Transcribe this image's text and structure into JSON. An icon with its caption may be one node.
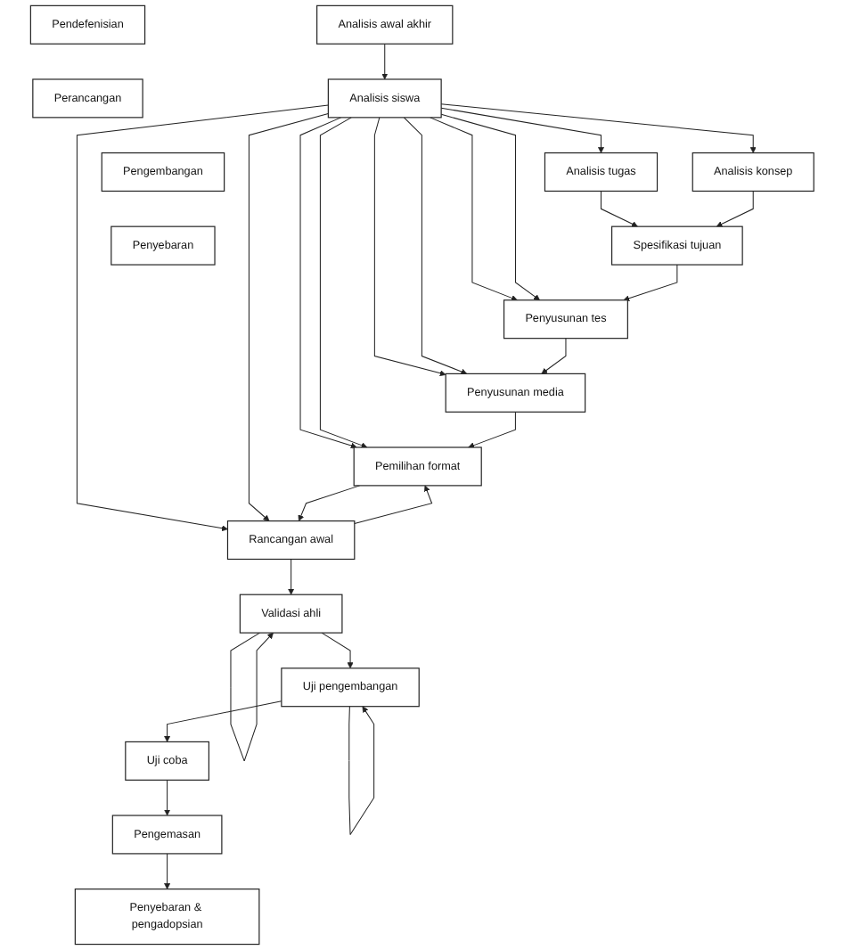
{
  "diagram": {
    "nodes": [
      {
        "text": [
          "Analisis awal akhir"
        ]
      },
      {
        "text": [
          "Analisis siswa"
        ]
      },
      {
        "text": [
          "Analisis tugas"
        ]
      },
      {
        "text": [
          "Analisis konsep"
        ]
      },
      {
        "text": [
          "Spesifikasi tujuan"
        ]
      },
      {
        "text": [
          "Penyusunan tes"
        ]
      },
      {
        "text": [
          "Penyusunan media"
        ]
      },
      {
        "text": [
          "Pemilihan format"
        ]
      },
      {
        "text": [
          "Rancangan awal"
        ]
      },
      {
        "text": [
          "Validasi ahli"
        ]
      },
      {
        "text": [
          "Uji pengembangan"
        ]
      },
      {
        "text": [
          "Uji coba"
        ]
      },
      {
        "text": [
          "Pengemasan"
        ]
      },
      {
        "text": [
          "Penyebaran & pengadopsian"
        ]
      },
      {
        "text": [
          "Pendefenisian"
        ]
      },
      {
        "text": [
          "Perancangan"
        ]
      },
      {
        "text": [
          "Pengembangan"
        ]
      },
      {
        "text": [
          "Penyebaran"
        ]
      }
    ],
    "edges": [
      {
        "from": 0,
        "to": 1,
        "arrow": "to"
      },
      {
        "from": 1,
        "to": 2,
        "arrow": "to"
      },
      {
        "from": 1,
        "to": 3,
        "arrow": "to"
      },
      {
        "from": 2,
        "to": 4,
        "arrow": "to"
      },
      {
        "from": 3,
        "to": 4,
        "arrow": "to"
      },
      {
        "from": 1,
        "to": 5,
        "arrow": "to"
      },
      {
        "from": 1,
        "to": 6,
        "arrow": "to"
      },
      {
        "from": 1,
        "to": 7,
        "arrow": "to"
      },
      {
        "from": 1,
        "to": 8,
        "arrow": "to"
      },
      {
        "from": 1,
        "to": 5,
        "arrow": "to"
      },
      {
        "from": 1,
        "to": 6,
        "arrow": "to"
      },
      {
        "from": 1,
        "to": 7,
        "arrow": "to"
      },
      {
        "from": 1,
        "to": 8,
        "arrow": "to"
      },
      {
        "from": 4,
        "to": 5,
        "arrow": "to"
      },
      {
        "from": 5,
        "to": 6,
        "arrow": "to"
      },
      {
        "from": 6,
        "to": 7,
        "arrow": "to"
      },
      {
        "from": 7,
        "to": 8,
        "arrow": "to"
      },
      {
        "from": 8,
        "to": 7,
        "arrow": "to"
      },
      {
        "from": 8,
        "to": 9,
        "arrow": "to"
      },
      {
        "from": 9,
        "to": 9,
        "arrow": "to"
      },
      {
        "from": 9,
        "to": 10,
        "arrow": "to"
      },
      {
        "from": 10,
        "to": 10,
        "arrow": "to"
      },
      {
        "from": 10,
        "to": 11,
        "arrow": "to"
      },
      {
        "from": 11,
        "to": 12,
        "arrow": "to"
      },
      {
        "from": 12,
        "to": 13,
        "arrow": "to"
      }
    ]
  }
}
